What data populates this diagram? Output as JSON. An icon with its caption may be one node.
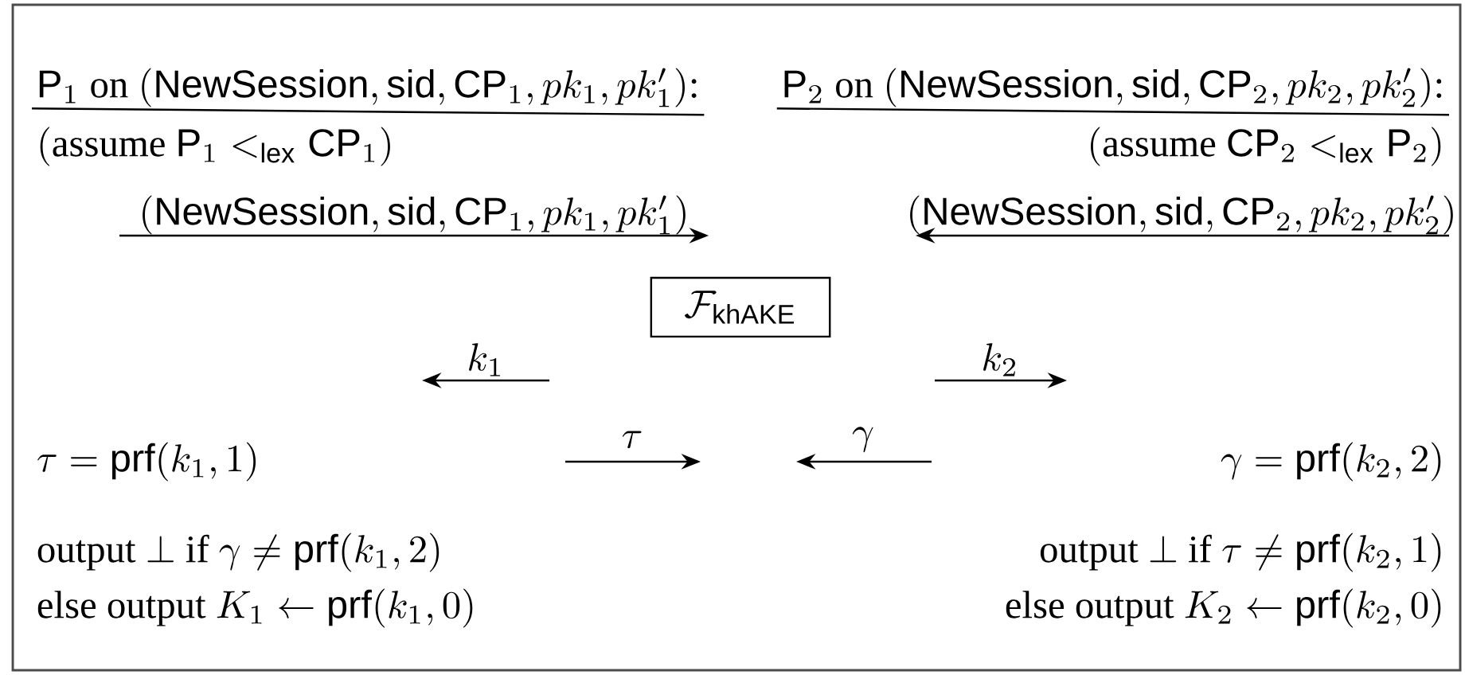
{
  "diagram": {
    "nodes": [
      {
        "text": [
          "\\mathcal{F}_{\\mathsf{khAKE}}"
        ]
      }
    ],
    "labels": [
      "\\mathsf{P}_1\\text{ on }(\\mathsf{NewSession},\\mathsf{sid},\\mathsf{CP}_1,pk_1,pk'_1)\\text{:}",
      "\\mathsf{P}_2\\text{ on }(\\mathsf{NewSession},\\mathsf{sid},\\mathsf{CP}_2,pk_2,pk'_2)\\text{:}",
      "(\\text{assume }\\mathsf{P}_1<_{\\mathsf{lex}}\\mathsf{CP}_1)",
      "(\\text{assume }\\mathsf{CP}_2<_{\\mathsf{lex}}\\mathsf{P}_2)",
      "(\\mathsf{NewSession},\\mathsf{sid},\\mathsf{CP}_1,pk_1,pk'_1)",
      "(\\mathsf{NewSession},\\mathsf{sid},\\mathsf{CP}_2,pk_2,pk'_2)",
      "k_1",
      "k_2",
      "\\tau=\\mathsf{prf}(k_1,1)",
      "\\tau",
      "\\gamma",
      "\\gamma=\\mathsf{prf}(k_2,2)",
      "\\text{output }\\bot\\text{ if }\\gamma\\neq\\mathsf{prf}(k_1,2)",
      "\\text{output }\\bot\\text{ if }\\tau\\neq\\mathsf{prf}(k_2,1)",
      "\\text{else output }K_1\\leftarrow\\mathsf{prf}(k_1,0)",
      "\\text{else output }K_2\\leftarrow\\mathsf{prf}(k_2,0)"
    ]
  }
}
